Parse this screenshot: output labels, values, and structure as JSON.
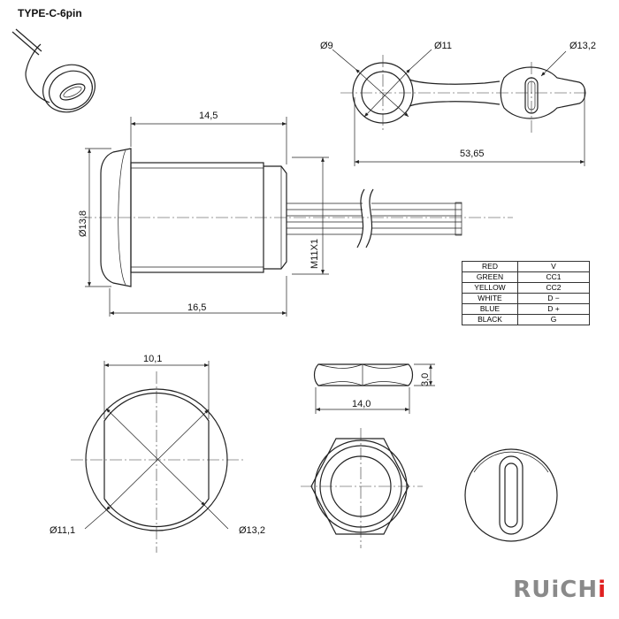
{
  "title": "TYPE-C-6pin",
  "brand": {
    "text_main": "RUiCH",
    "text_accent": "i",
    "color_main": "#8a8a8a",
    "color_accent": "#e02020"
  },
  "dimensions": {
    "d9": "Ø9",
    "d11": "Ø11",
    "d13_2_top": "Ø13,2",
    "len_53_65": "53,65",
    "len_14_5": "14,5",
    "d13_8": "Ø13,8",
    "thread": "M11X1",
    "len_16_5": "16,5",
    "w10_1": "10,1",
    "d11_1": "Ø11,1",
    "d13_2_bottom": "Ø13,2",
    "h3_0": "3,0",
    "w14_0": "14,0"
  },
  "wire_table": {
    "rows": [
      {
        "color": "RED",
        "signal": "V"
      },
      {
        "color": "GREEN",
        "signal": "CC1"
      },
      {
        "color": "YELLOW",
        "signal": "CC2"
      },
      {
        "color": "WHITE",
        "signal": "D −"
      },
      {
        "color": "BLUE",
        "signal": "D +"
      },
      {
        "color": "BLACK",
        "signal": "G"
      }
    ]
  },
  "icons": [
    "connector-3d-icon",
    "dust-cap-icon",
    "usb-c-port-icon",
    "hex-nut-icon",
    "wire-break-icon"
  ]
}
